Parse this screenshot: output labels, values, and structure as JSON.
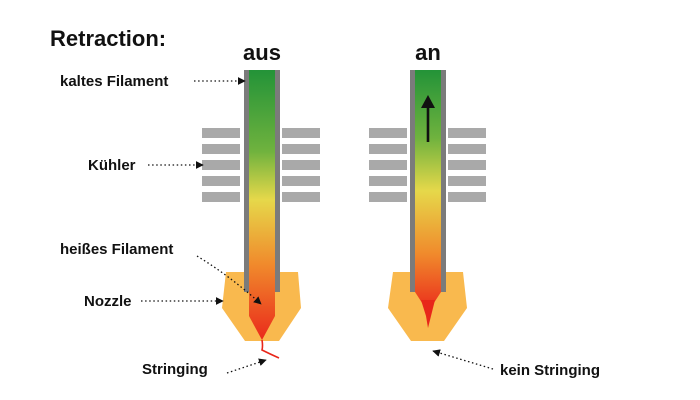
{
  "title": "Retraction:",
  "columns": {
    "off": "aus",
    "on": "an"
  },
  "labels": {
    "cold_filament": "kaltes Filament",
    "cooler": "Kühler",
    "hot_filament": "heißes Filament",
    "nozzle": "Nozzle",
    "stringing": "Stringing",
    "no_stringing": "kein Stringing"
  },
  "colors": {
    "filament_cold": "#2e9a3a",
    "filament_mid": "#e6d84a",
    "filament_hot": "#e8261a",
    "nozzle": "#f9b94e",
    "cooler_fins": "#a9a9a9",
    "tube_wall": "#7b7b7b"
  }
}
